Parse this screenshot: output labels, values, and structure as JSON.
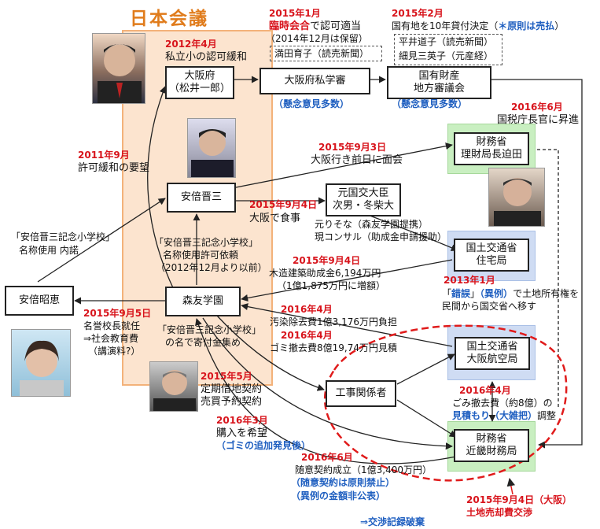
{
  "colors": {
    "accent_orange": "#e07c1c",
    "red": "#d8141c",
    "blue": "#1f5fc0",
    "green_bg": "#c9efc1",
    "blue_bg": "#cfdcf3",
    "panel_bg": "#fce4cf"
  },
  "group_title": "日本会議",
  "nodes": {
    "osaka_fu": [
      "大阪府",
      "（松井一郎）"
    ],
    "shingikai": "大阪府私学審",
    "kokuyu": [
      "国有財産",
      "地方審議会"
    ],
    "zaimu_rizai": [
      "財務省",
      "理財局長迫田"
    ],
    "abe_shinzo": "安倍晋三",
    "kokko_jikan": [
      "元国交大臣",
      "次男・冬柴大"
    ],
    "kokko_jutaku": [
      "国土交通省",
      "住宅局"
    ],
    "abe_akie": "安倍昭恵",
    "moritomo": "森友学園",
    "kokko_koku": [
      "国土交通省",
      "大阪航空局"
    ],
    "koji": "工事関係者",
    "kinki": [
      "財務省",
      "近畿財務局"
    ]
  },
  "labels": {
    "y2012_04": "2012年4月",
    "l2012_04": "私立小の認可緩和",
    "y2015_01": "2015年1月",
    "rinji": "臨時会合",
    "ninka_tekito": "で認可適当",
    "horyu": "（2014年12月は保留）",
    "mitsuda": "満田育子（読売新聞）",
    "kenen1": "（懸念意見多数）",
    "y2015_02": "2015年2月",
    "kokuyu_kettei": "国有地を10年貸付決定（",
    "gensoku": "＊原則は売払",
    "close_paren": "）",
    "hirai": "平井道子（読売新聞）",
    "hosomi": "細見三英子（元産経）",
    "kenen2": "（懸念意見多数）",
    "y2016_06a": "2016年6月",
    "kokuzei": "国税庁長官に昇進",
    "y2011_09": "2011年9月",
    "kyoka_yobo": "許可緩和の要望",
    "y2015_09_03": "2015年9月3日",
    "menkai": "大阪行き前日に面会",
    "y2015_09_04a": "2015年9月4日",
    "shokuji": "大阪で食事",
    "risona": "元りそな（森友学園提携）",
    "gen_consul": "現コンサル（助成金申請援助）",
    "kinen_naidaku1": "「安倍晋三記念小学校」",
    "kinen_naidaku2": "名称使用 内諾",
    "kinen_irai1": "「安倍晋三記念小学校」",
    "kinen_irai2": "名称使用許可依頼",
    "kinen_irai3": "（2012年12月より以前）",
    "y2015_09_04b": "2015年9月4日",
    "josei1": "木造建築助成金6,194万円",
    "josei2": "（1億1,875万円に増額）",
    "y2013_01": "2013年1月",
    "sakugo_open": "「",
    "sakugo": "錯誤",
    "sakugo_close": "」",
    "reigai_paren": "（異例）",
    "iko1": "で土地所有権を",
    "iko2": "民間から国交省へ移す",
    "y2015_09_05": "2015年9月5日",
    "meiyo": "名誉校長就任",
    "shakai": "⇒社会教育費",
    "koenryo": "（講演料?）",
    "kifu1": "「安倍晋三記念小学校」",
    "kifu2": "の名で寄付金集め",
    "y2016_04a": "2016年4月",
    "osen": "汚染除去費1億3,176万円負担",
    "y2016_04b": "2016年4月",
    "gomi_mitsumori": "ゴミ撤去費8億19,74万円見積",
    "y2015_05": "2015年5月",
    "teiki": "定期借地契約",
    "baibai": "売買予約契約",
    "y2016_03": "2016年3月",
    "konyu": "購入を希望",
    "gomi_hakken": "（ゴミの追加発見後）",
    "y2016_04c": "2016年4月",
    "gomi_tekkyo": "ごみ撤去費（約8億）の",
    "mitsumori_ozappa": "見積もり（大雑把）",
    "chosei": "調整",
    "y2016_06b": "2016年6月",
    "zuii": "随意契約成立（1億3,400万円）",
    "zuii_kinshi": "（随意契約は原則禁止）",
    "hikoukai": "（異例の金額非公表）",
    "y2015_09_04c": "2015年9月4日（大阪）",
    "tochi_kosho": "土地売却費交渉",
    "haki": "⇒交渉記録破棄"
  },
  "photos": [
    "portrait-matsui",
    "portrait-abe-shinzo",
    "portrait-sakoda",
    "portrait-abe-akie",
    "portrait-kagoike"
  ]
}
